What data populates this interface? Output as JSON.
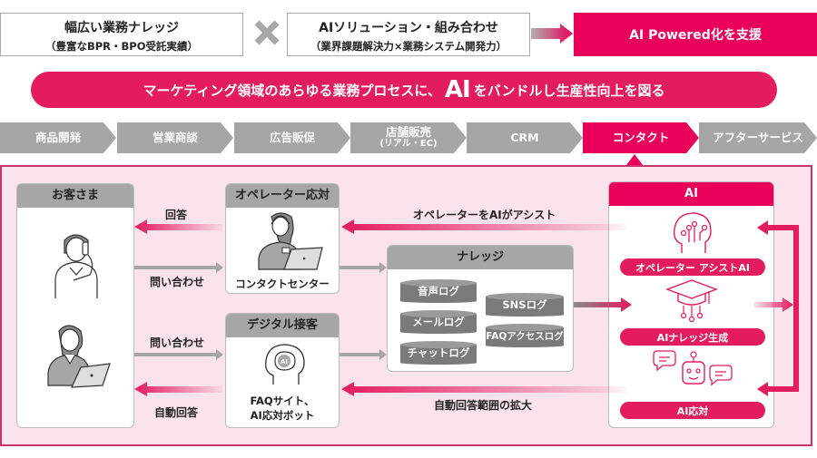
{
  "header": {
    "box1": {
      "title": "幅広い業務ナレッジ",
      "subtitle": "（豊富なBPR・BPO受託実績）"
    },
    "box2": {
      "title": "AIソリューション・組み合わせ",
      "subtitle": "（業界課題解決力×業務システム開発力）"
    },
    "result": "AI Powered化を支援"
  },
  "banner": {
    "before": "マーケティング領域のあらゆる業務プロセスに、",
    "ai": "AI",
    "after": "をバンドルし生産性向上を図る"
  },
  "process_steps": [
    {
      "label": "商品開発",
      "sub": ""
    },
    {
      "label": "営業商談",
      "sub": ""
    },
    {
      "label": "広告販促",
      "sub": ""
    },
    {
      "label": "店舗販売",
      "sub": "(リアル・EC)"
    },
    {
      "label": "CRM",
      "sub": ""
    },
    {
      "label": "コンタクト",
      "sub": ""
    },
    {
      "label": "アフターサービス",
      "sub": ""
    }
  ],
  "active_step": "コンタクト",
  "customer": {
    "title": "お客さま"
  },
  "operator": {
    "title": "オペレーター応対",
    "caption": "コンタクトセンター"
  },
  "digital": {
    "title": "デジタル接客",
    "caption_line1": "FAQサイト、",
    "caption_line2": "AI応対ボット",
    "brain_label": "AI"
  },
  "knowledge": {
    "title": "ナレッジ",
    "logs_left": [
      "音声ログ",
      "メールログ",
      "チャットログ"
    ],
    "logs_right": [
      "SNSログ",
      "FAQアクセスログ"
    ]
  },
  "ai_panel": {
    "title": "AI",
    "items": [
      "オペレーター アシストAI",
      "AIナレッジ生成",
      "AI応対"
    ]
  },
  "flows": {
    "answer": "回答",
    "inquiry_top": "問い合わせ",
    "inquiry_bottom": "問い合わせ",
    "auto_answer": "自動回答",
    "assist": "オペレーターをAIがアシスト",
    "expand": "自動回答範囲の拡大"
  },
  "colors": {
    "accent": "#e8005a",
    "grey": "#a6a6a6",
    "panel_bg": "#fbe3ee",
    "panel_border": "#c8346e"
  }
}
